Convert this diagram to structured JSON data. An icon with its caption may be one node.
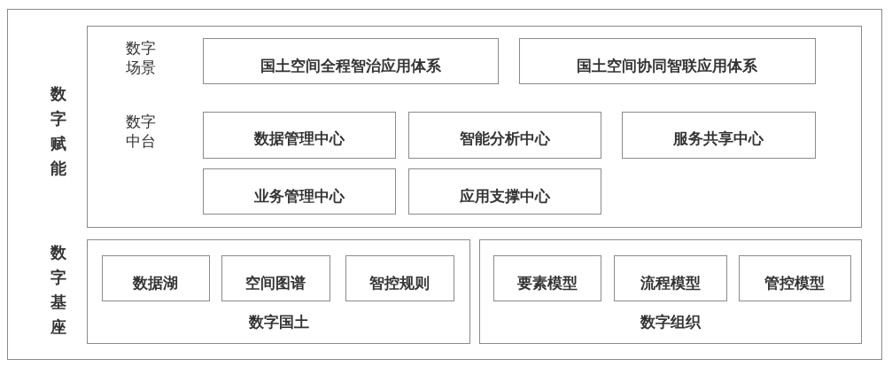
{
  "diagram": {
    "nodes": [
      {
        "text": [],
        "shape": "box"
      },
      {
        "text": [
          "国土空间全程智治应用体系"
        ],
        "in": 0
      },
      {
        "text": [
          "国土空间协同智联应用体系"
        ],
        "in": 0
      },
      {
        "text": [
          "数据管理中心"
        ],
        "in": 0
      },
      {
        "text": [
          "智能分析中心"
        ],
        "in": 0
      },
      {
        "text": [
          "服务共享中心"
        ],
        "in": 0
      },
      {
        "text": [
          "业务管理中心"
        ],
        "in": 0
      },
      {
        "text": [
          "应用支撑中心"
        ],
        "in": 0
      },
      {
        "text": [
          "数字国土"
        ]
      },
      {
        "text": [
          "数据湖"
        ],
        "in": 8
      },
      {
        "text": [
          "空间图谱"
        ],
        "in": 8
      },
      {
        "text": [
          "智控规则"
        ],
        "in": 8
      },
      {
        "text": [
          "数字组织"
        ]
      },
      {
        "text": [
          "要素模型"
        ],
        "in": 12
      },
      {
        "text": [
          "流程模型"
        ],
        "in": 12
      },
      {
        "text": [
          "管控模型"
        ],
        "in": 12
      }
    ],
    "labels": [
      "数字赋能",
      "数字场景",
      "数字中台",
      "数字基座"
    ]
  }
}
